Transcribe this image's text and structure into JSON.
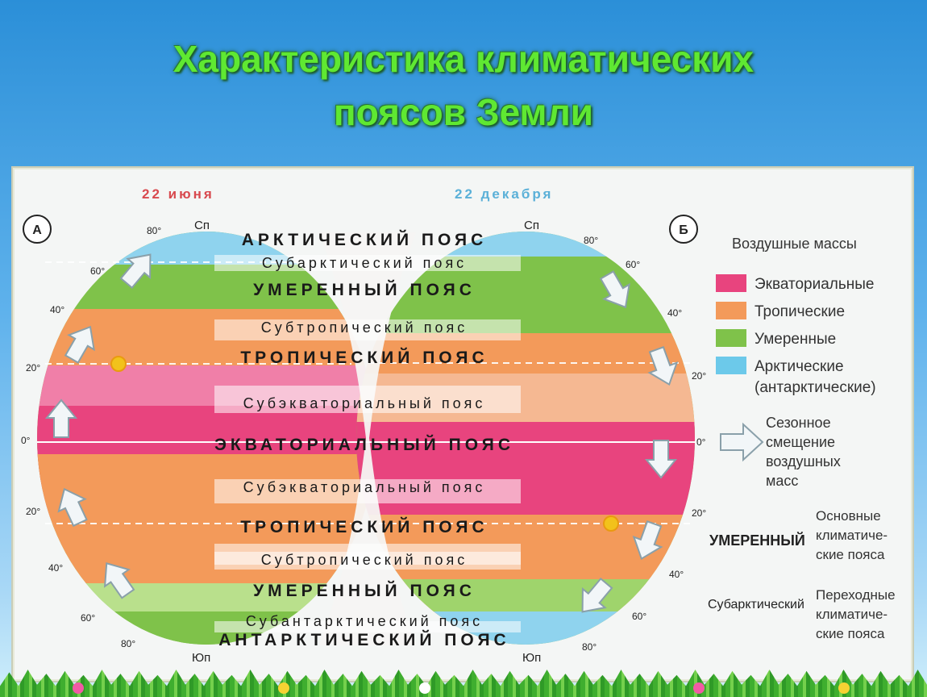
{
  "title": {
    "line1": "Характеристика климатических",
    "line2": "поясов Земли"
  },
  "seasons": {
    "june": "22 июня",
    "december": "22 декабря"
  },
  "panel_labels": {
    "left": "А",
    "right": "Б"
  },
  "poles": {
    "north": "Сп",
    "south": "Юп"
  },
  "latitudes": [
    "80°",
    "60°",
    "40°",
    "20°",
    "0°",
    "20°",
    "40°",
    "60°",
    "80°"
  ],
  "zones": [
    {
      "label": "АРКТИЧЕСКИЙ ПОЯС",
      "main": true
    },
    {
      "label": "Субарктический пояс",
      "main": false
    },
    {
      "label": "УМЕРЕННЫЙ ПОЯС",
      "main": true
    },
    {
      "label": "Субтропический пояс",
      "main": false
    },
    {
      "label": "ТРОПИЧЕСКИЙ ПОЯС",
      "main": true
    },
    {
      "label": "Субэкваториальный пояс",
      "main": false
    },
    {
      "label": "ЭКВАТОРИАЛЬНЫЙ ПОЯС",
      "main": true
    },
    {
      "label": "Субэкваториальный пояс",
      "main": false
    },
    {
      "label": "ТРОПИЧЕСКИЙ ПОЯС",
      "main": true
    },
    {
      "label": "Субтропический пояс",
      "main": false
    },
    {
      "label": "УМЕРЕННЫЙ ПОЯС",
      "main": true
    },
    {
      "label": "Субантарктический пояс",
      "main": false
    },
    {
      "label": "АНТАРКТИЧЕСКИЙ ПОЯС",
      "main": true
    }
  ],
  "legend": {
    "heading": "Воздушные массы",
    "items": [
      {
        "label": "Экваториальные",
        "color": "#e8447e"
      },
      {
        "label": "Тропические",
        "color": "#f39a5a"
      },
      {
        "label": "Умеренные",
        "color": "#7fc24a"
      },
      {
        "label": "Арктические",
        "label2": "(антарктические)",
        "color": "#6cc9ea"
      }
    ],
    "arrow_label": [
      "Сезонное",
      "смещение",
      "воздушных",
      "масс"
    ],
    "main_example": "УМЕРЕННЫЙ",
    "main_desc": [
      "Основные",
      "климатиче-",
      "ские пояса"
    ],
    "trans_example": "Субарктический",
    "trans_desc": [
      "Переходные",
      "климатиче-",
      "ские пояса"
    ]
  },
  "colors": {
    "equatorial": "#e8447e",
    "tropical": "#f39a5a",
    "temperate": "#7fc24a",
    "arctic": "#8fd3ee",
    "june": "#d8494e",
    "december": "#5ab0d8"
  }
}
